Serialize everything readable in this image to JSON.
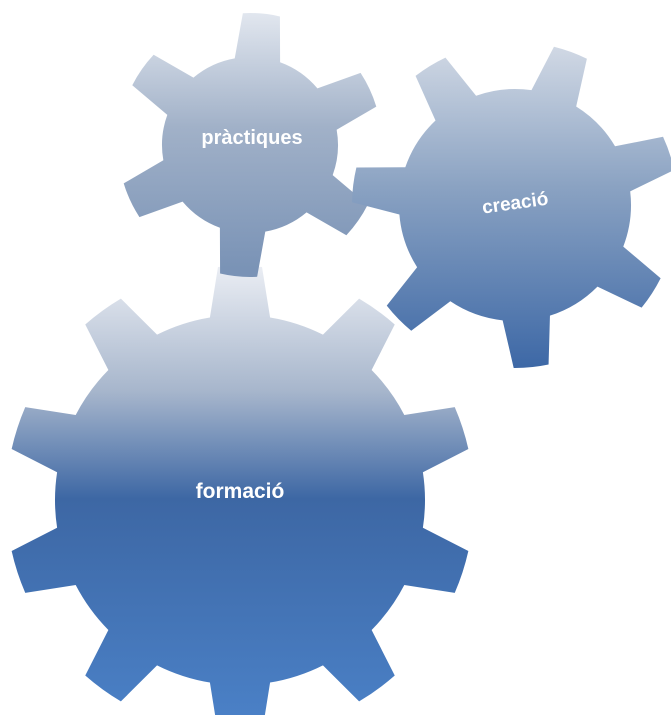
{
  "diagram": {
    "gears": [
      {
        "id": "formacio",
        "label": "formació"
      },
      {
        "id": "practiques",
        "label": "pràctiques"
      },
      {
        "id": "creacio",
        "label": "creació"
      }
    ]
  },
  "colors": {
    "gear_light": "#e7ebf2",
    "gear_light_mid": "#a6b5cb",
    "gear_dark": "#3d68a5",
    "gear_bottom": "#4a7fc4",
    "text": "#ffffff"
  }
}
